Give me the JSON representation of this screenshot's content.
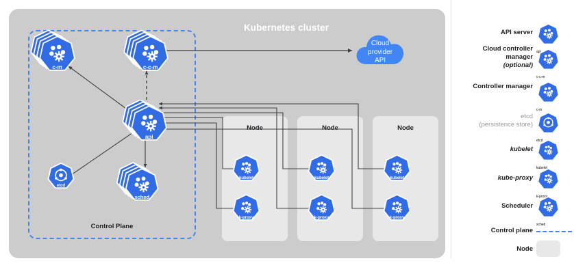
{
  "diagram": {
    "title": "Kubernetes cluster",
    "control_plane_label": "Control Plane",
    "cloud": {
      "line1": "Cloud",
      "line2": "provider",
      "line3": "API"
    },
    "control_plane_components": [
      {
        "id": "c-m",
        "caption": "c-m",
        "name": "Controller manager",
        "stacked": true,
        "glyph": "gears"
      },
      {
        "id": "c-c-m",
        "caption": "c-c-m",
        "name": "Cloud controller manager",
        "stacked": true,
        "glyph": "gears"
      },
      {
        "id": "api",
        "caption": "api",
        "name": "API server",
        "stacked": true,
        "glyph": "gears"
      },
      {
        "id": "etcd",
        "caption": "etcd",
        "name": "etcd",
        "stacked": false,
        "glyph": "etcd"
      },
      {
        "id": "sched",
        "caption": "sched",
        "name": "Scheduler",
        "stacked": true,
        "glyph": "gears"
      }
    ],
    "nodes": [
      {
        "label": "Node",
        "components": [
          {
            "caption": "kubelet"
          },
          {
            "caption": "k-proxy"
          }
        ]
      },
      {
        "label": "Node",
        "components": [
          {
            "caption": "kubelet"
          },
          {
            "caption": "k-proxy"
          }
        ]
      },
      {
        "label": "Node",
        "components": [
          {
            "caption": "kubelet"
          },
          {
            "caption": "k-proxy"
          }
        ]
      }
    ]
  },
  "legend": {
    "items": [
      {
        "label": "API server",
        "sub": "",
        "icon_caption": "api",
        "kind": "icon",
        "style": "bold"
      },
      {
        "label": "Cloud controller manager",
        "sub": "(optional)",
        "icon_caption": "c-c-m",
        "kind": "icon",
        "style": "bold"
      },
      {
        "label": "Controller manager",
        "sub": "",
        "icon_caption": "c-m",
        "kind": "icon",
        "style": "bold"
      },
      {
        "label": "etcd",
        "sub": "(persistence store)",
        "icon_caption": "etcd",
        "kind": "icon",
        "style": "muted"
      },
      {
        "label": "kubelet",
        "sub": "",
        "icon_caption": "kubelet",
        "kind": "icon",
        "style": "italic"
      },
      {
        "label": "kube-proxy",
        "sub": "",
        "icon_caption": "k-proxy",
        "kind": "icon",
        "style": "italic"
      },
      {
        "label": "Scheduler",
        "sub": "",
        "icon_caption": "sched",
        "kind": "icon",
        "style": "bold"
      },
      {
        "label": "Control plane",
        "sub": "",
        "icon_caption": "",
        "kind": "dashed",
        "style": "bold"
      },
      {
        "label": "Node",
        "sub": "",
        "icon_caption": "",
        "kind": "swatch",
        "style": "bold"
      }
    ]
  },
  "colors": {
    "k8s_blue": "#326ce5",
    "dash_blue": "#4285f4",
    "cluster_gray": "#cccccc",
    "node_gray": "#e8e8e8",
    "wire": "#3c4043",
    "title_white": "#ffffff"
  }
}
